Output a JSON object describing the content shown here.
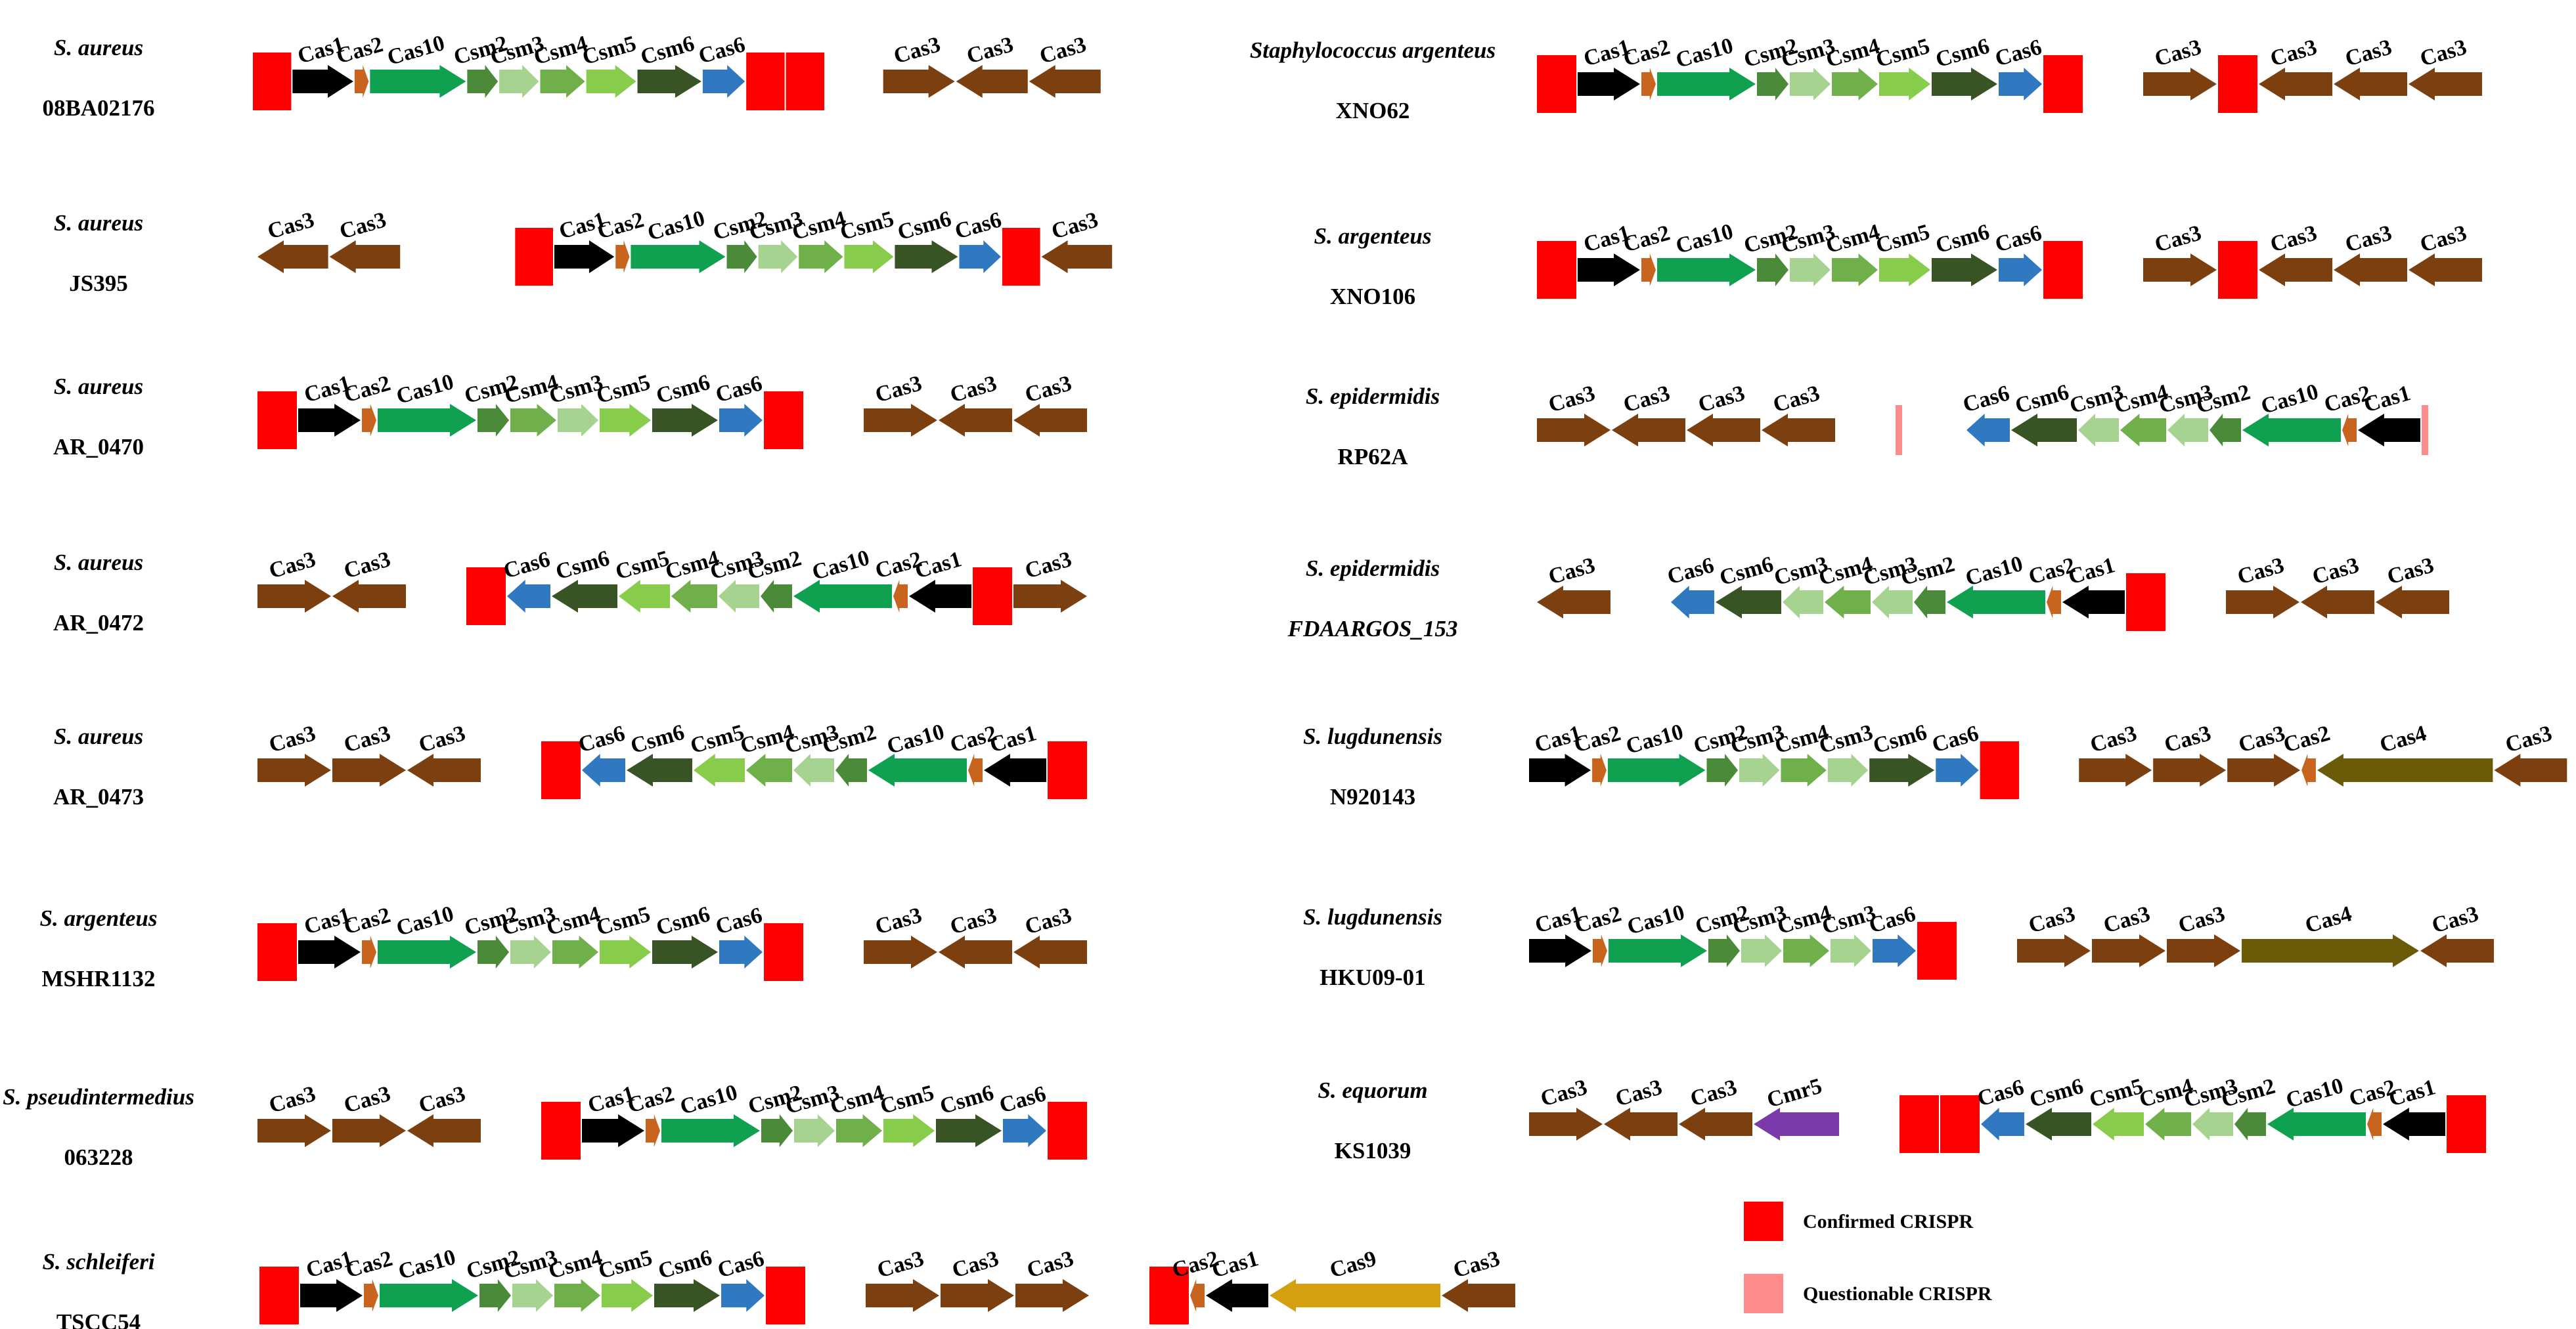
{
  "colors": {
    "Cas1": "#000000",
    "Cas2": "#c8641e",
    "Cas10": "#0fa050",
    "Csm2": "#4a8a38",
    "Csm3": "#a6d38f",
    "Csm4": "#6fb04a",
    "Csm5": "#88cc4c",
    "Csm6": "#385424",
    "Cas6": "#3078c0",
    "Cas3": "#7b3f10",
    "Cas4": "#6b5a08",
    "Cas9": "#d4a010",
    "Cmr5": "#7a3aaa",
    "crispr_confirmed": "#ff0000",
    "crispr_questionable": "#ff8c8c"
  },
  "legend": [
    {
      "label": "Confirmed CRISPR",
      "color": "crispr_confirmed"
    },
    {
      "label": "Questionable CRISPR",
      "color": "crispr_questionable"
    }
  ],
  "organisms": [
    {
      "species": "S. aureus",
      "strain": "08BA02176",
      "genes": [
        "crispr",
        "Cas1>",
        "Cas2>",
        "Cas10>",
        "Csm2>",
        "Csm3>",
        "Csm4>",
        "Csm5>",
        "Csm6>",
        "Cas6>",
        "crispr",
        "crispr",
        "gap",
        "Cas3>",
        "<Cas3",
        "<Cas3"
      ]
    },
    {
      "species": "S. aureus",
      "strain": "JS395",
      "genes": [
        "<Cas3",
        "<Cas3",
        "gap",
        "gap",
        "crispr",
        "Cas1>",
        "Cas2>",
        "Cas10>",
        "Csm2>",
        "Csm3>",
        "Csm4>",
        "Csm5>",
        "Csm6>",
        "Cas6>",
        "crispr",
        "<Cas3"
      ]
    },
    {
      "species": "S. aureus",
      "strain": "AR_0470",
      "genes": [
        "crispr",
        "Cas1>",
        "Cas2>",
        "Cas10>",
        "Csm2>",
        "Csm4>",
        "Csm3>",
        "Csm5>",
        "Csm6>",
        "Cas6>",
        "crispr",
        "gap",
        "Cas3>",
        "<Cas3",
        "<Cas3"
      ]
    },
    {
      "species": "S. aureus",
      "strain": "AR_0472",
      "genes": [
        "Cas3>",
        "<Cas3",
        "gap",
        "crispr",
        "<Cas6",
        "<Csm6",
        "<Csm5",
        "<Csm4",
        "<Csm3",
        "<Csm2",
        "<Cas10",
        "<Cas2",
        "<Cas1",
        "crispr",
        "Cas3>"
      ]
    },
    {
      "species": "S. aureus",
      "strain": "AR_0473",
      "genes": [
        "Cas3>",
        "Cas3>",
        "<Cas3",
        "gap",
        "crispr",
        "<Cas6",
        "<Csm6",
        "<Csm5",
        "<Csm4",
        "<Csm3",
        "<Csm2",
        "<Cas10",
        "<Cas2",
        "<Cas1",
        "crispr"
      ]
    },
    {
      "species": "S. argenteus",
      "strain": "MSHR1132",
      "genes": [
        "crispr",
        "Cas1>",
        "Cas2>",
        "Cas10>",
        "Csm2>",
        "Csm3>",
        "Csm4>",
        "Csm5>",
        "Csm6>",
        "Cas6>",
        "crispr",
        "gap",
        "Cas3>",
        "<Cas3",
        "<Cas3"
      ]
    },
    {
      "species": "S. pseudintermedius",
      "strain": "063228",
      "genes": [
        "Cas3>",
        "Cas3>",
        "<Cas3",
        "gap",
        "crispr",
        "Cas1>",
        "Cas2>",
        "Cas10>",
        "Csm2>",
        "Csm3>",
        "Csm4>",
        "Csm5>",
        "Csm6>",
        "Cas6>",
        "crispr"
      ]
    },
    {
      "species": "S. schleiferi",
      "strain": "TSCC54",
      "genes": [
        "crispr",
        "Cas1>",
        "Cas2>",
        "Cas10>",
        "Csm2>",
        "Csm3>",
        "Csm4>",
        "Csm5>",
        "Csm6>",
        "Cas6>",
        "crispr",
        "gap",
        "Cas3>",
        "Cas3>",
        "Cas3>",
        "gap",
        "crispr",
        "<Cas2",
        "<Cas1",
        "<Cas9",
        "<Cas3"
      ]
    },
    {
      "species": "Staphylococcus argenteus",
      "strain": "XNO62",
      "genes": [
        "crispr",
        "Cas1>",
        "Cas2>",
        "Cas10>",
        "Csm2>",
        "Csm3>",
        "Csm4>",
        "Csm5>",
        "Csm6>",
        "Cas6>",
        "crispr",
        "gap",
        "Cas3>",
        "crispr",
        "<Cas3",
        "<Cas3",
        "<Cas3"
      ]
    },
    {
      "species": "S. argenteus",
      "strain": "XNO106",
      "genes": [
        "crispr",
        "Cas1>",
        "Cas2>",
        "Cas10>",
        "Csm2>",
        "Csm3>",
        "Csm4>",
        "Csm5>",
        "Csm6>",
        "Cas6>",
        "crispr",
        "gap",
        "Cas3>",
        "crispr",
        "<Cas3",
        "<Cas3",
        "<Cas3"
      ]
    },
    {
      "species": "S. epidermidis",
      "strain": "RP62A",
      "genes": [
        "Cas3>",
        "<Cas3",
        "<Cas3",
        "<Cas3",
        "gap",
        "qcrispr",
        "gap",
        "<Cas6",
        "<Csm6",
        "<Csm3",
        "<Csm4",
        "<Csm3",
        "<Csm2",
        "<Cas10",
        "<Cas2",
        "<Cas1",
        "qcrispr"
      ]
    },
    {
      "species": "S. epidermidis",
      "strain": "FDAARGOS_153",
      "strain_italic": true,
      "genes": [
        "<Cas3",
        "gap",
        "<Cas6",
        "<Csm6",
        "<Csm3",
        "<Csm4",
        "<Csm3",
        "<Csm2",
        "<Cas10",
        "<Cas2",
        "<Cas1",
        "crispr",
        "gap",
        "Cas3>",
        "<Cas3",
        "<Cas3"
      ]
    },
    {
      "species": "S. lugdunensis",
      "strain": "N920143",
      "genes": [
        "Cas1>",
        "Cas2>",
        "Cas10>",
        "Csm2>",
        "Csm3>",
        "Csm4>",
        "Csm3>",
        "Csm6>",
        "Cas6>",
        "crispr",
        "gap",
        "Cas3>",
        "Cas3>",
        "Cas3>",
        "<Cas2",
        "<Cas4",
        "<Cas3"
      ]
    },
    {
      "species": "S. lugdunensis",
      "strain": "HKU09-01",
      "genes": [
        "Cas1>",
        "Cas2>",
        "Cas10>",
        "Csm2>",
        "Csm3>",
        "Csm4>",
        "Csm3>",
        "Cas6>",
        "crispr",
        "gap",
        "Cas3>",
        "Cas3>",
        "Cas3>",
        "Cas4>",
        "<Cas3"
      ]
    },
    {
      "species": "S. equorum",
      "strain": "KS1039",
      "genes": [
        "Cas3>",
        "<Cas3",
        "<Cas3",
        "<Cmr5",
        "gap",
        "crispr",
        "crispr",
        "<Cas6",
        "<Csm6",
        "<Csm5",
        "<Csm4",
        "<Csm3",
        "<Csm2",
        "<Cas10",
        "<Cas2",
        "<Cas1",
        "crispr"
      ]
    }
  ]
}
